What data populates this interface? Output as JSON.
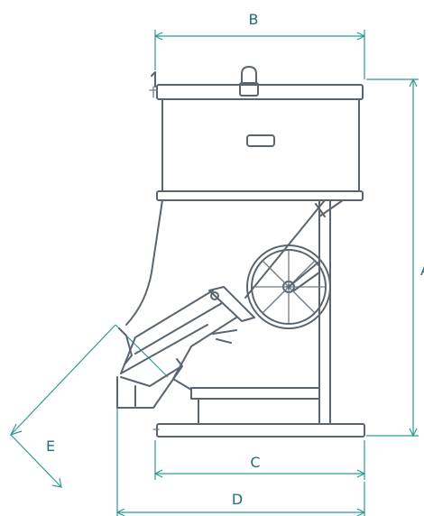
{
  "drawing": {
    "dimension_labels": {
      "a": "A",
      "b": "B",
      "c": "C",
      "d": "D",
      "e": "E"
    },
    "colors": {
      "outline": "#5a6570",
      "dimension": "#2f9a93",
      "label": "#1f6f78"
    }
  }
}
